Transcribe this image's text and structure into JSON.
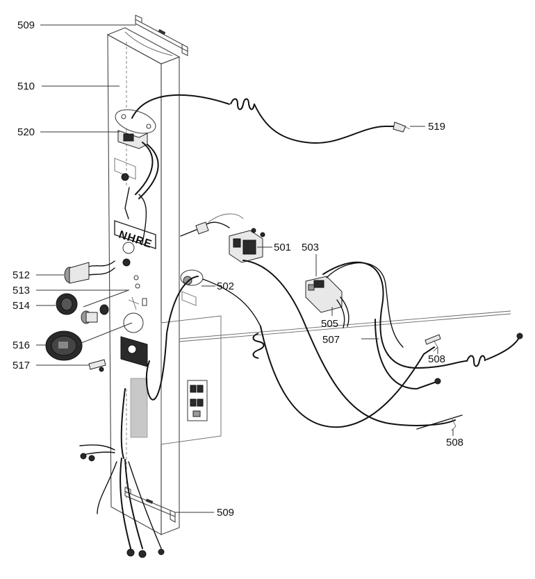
{
  "diagram": {
    "brand_plate_text": "NHRE",
    "callouts": [
      {
        "id": "509-top",
        "label": "509"
      },
      {
        "id": "510",
        "label": "510"
      },
      {
        "id": "520",
        "label": "520"
      },
      {
        "id": "519",
        "label": "519"
      },
      {
        "id": "501",
        "label": "501"
      },
      {
        "id": "503",
        "label": "503"
      },
      {
        "id": "502",
        "label": "502"
      },
      {
        "id": "505",
        "label": "505"
      },
      {
        "id": "507",
        "label": "507"
      },
      {
        "id": "508-upper",
        "label": "508"
      },
      {
        "id": "508-lower",
        "label": "508"
      },
      {
        "id": "512",
        "label": "512"
      },
      {
        "id": "513",
        "label": "513"
      },
      {
        "id": "514",
        "label": "514"
      },
      {
        "id": "516",
        "label": "516"
      },
      {
        "id": "517",
        "label": "517"
      },
      {
        "id": "509-bottom",
        "label": "509"
      }
    ]
  }
}
